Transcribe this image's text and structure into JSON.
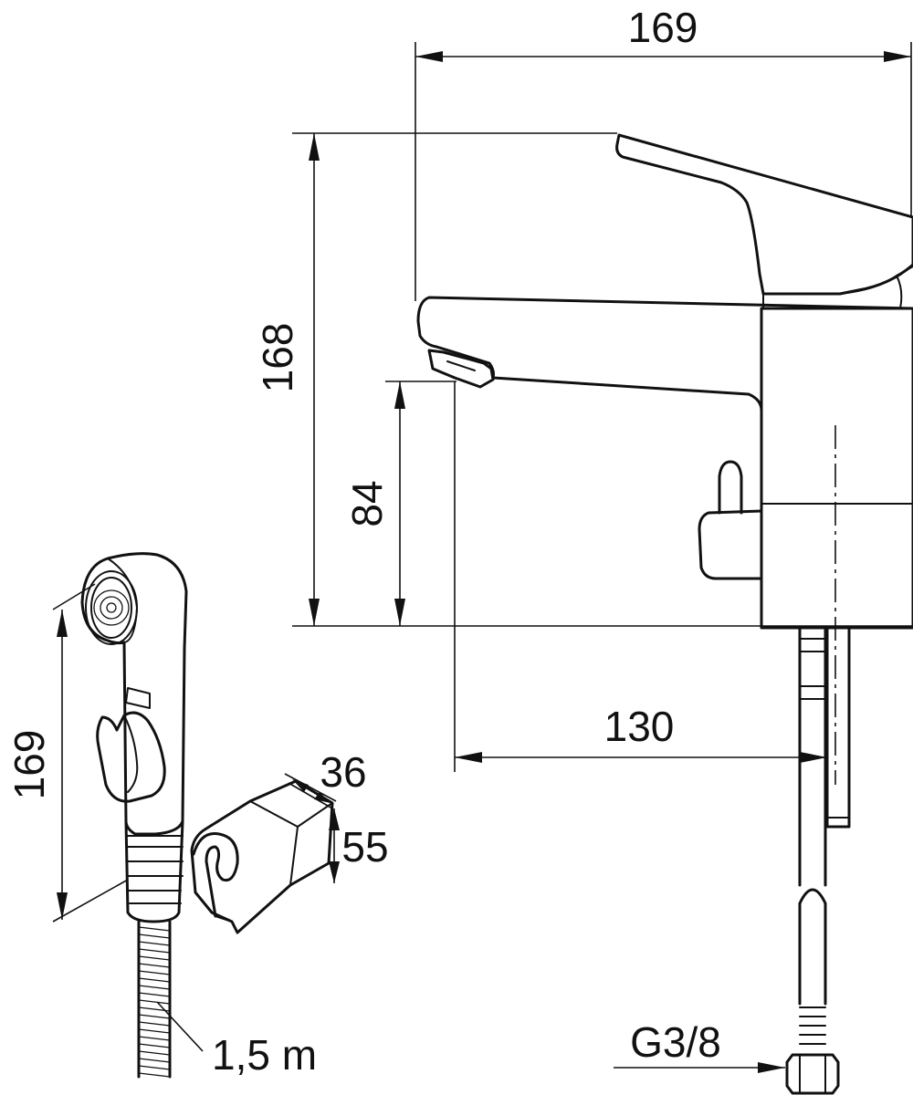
{
  "dimensions": {
    "faucet_width": "169",
    "faucet_height": "168",
    "spout_height": "84",
    "spout_reach": "130",
    "handshower_length": "169",
    "holder_depth": "36",
    "holder_height": "55",
    "hose_length": "1,5 m",
    "connection_thread": "G3/8"
  }
}
